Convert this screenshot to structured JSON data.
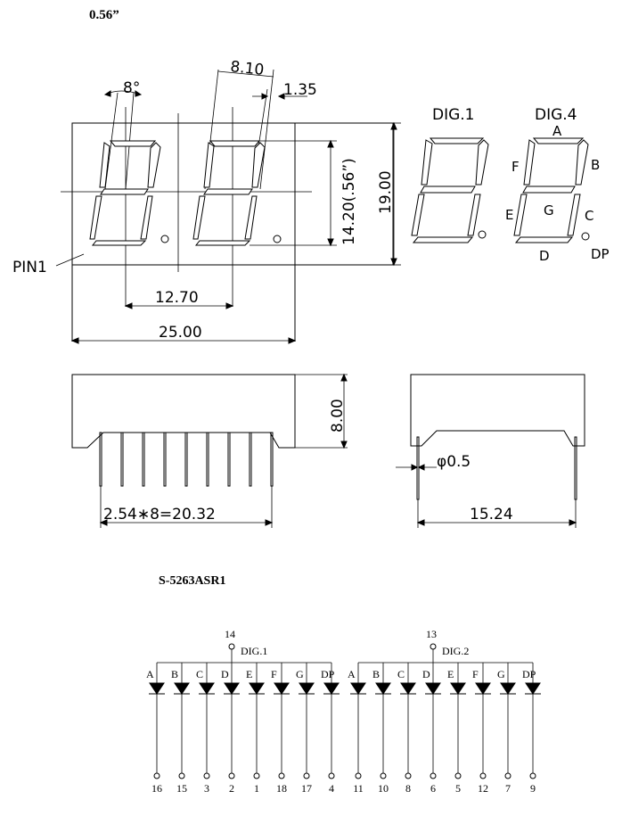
{
  "header": {
    "title": "0.56”"
  },
  "front_view": {
    "angle": "8°",
    "pitch_top": "8.10",
    "offset_top": "1.35",
    "digit_height": "14.20(.56”)",
    "height": "19.00",
    "digit_pitch": "12.70",
    "width": "25.00",
    "pin1_label": "PIN1"
  },
  "segment_legend": {
    "dig1_label": "DIG.1",
    "dig4_label": "DIG.4",
    "segments": {
      "a": "A",
      "b": "B",
      "c": "C",
      "d": "D",
      "e": "E",
      "f": "F",
      "g": "G",
      "dp": "DP"
    }
  },
  "side_view": {
    "depth": "8.00",
    "pin_pitch": "2.54∗8=20.32",
    "pin_diameter": "φ0.5",
    "row_spacing": "15.24"
  },
  "part_number": "S-5263ASR1",
  "schematic": {
    "common_pins": [
      "14",
      "13"
    ],
    "digit_labels": [
      "DIG.1",
      "DIG.2"
    ],
    "segment_labels": [
      "A",
      "B",
      "C",
      "D",
      "E",
      "F",
      "G",
      "DP",
      "A",
      "B",
      "C",
      "D",
      "E",
      "F",
      "G",
      "DP"
    ],
    "pin_numbers": [
      "16",
      "15",
      "3",
      "2",
      "1",
      "18",
      "17",
      "4",
      "11",
      "10",
      "8",
      "6",
      "5",
      "12",
      "7",
      "9"
    ]
  }
}
